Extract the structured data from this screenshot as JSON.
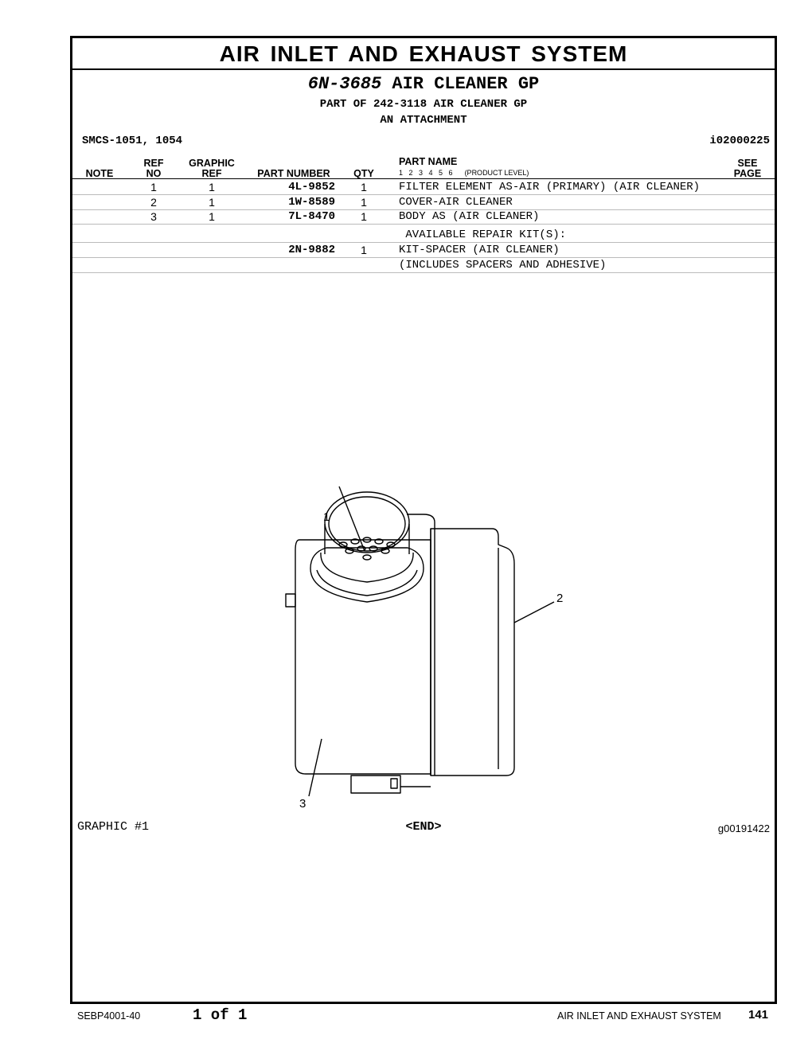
{
  "section_title": "AIR INLET AND EXHAUST SYSTEM",
  "group": {
    "part_number": "6N-3685",
    "name": "AIR CLEANER GP",
    "subtitle1": "PART OF 242-3118 AIR CLEANER GP",
    "subtitle2": "AN ATTACHMENT"
  },
  "smcs": "SMCS-1051, 1054",
  "doc_id": "i02000225",
  "headers": {
    "note": "NOTE",
    "ref_top": "REF",
    "ref_bottom": "NO",
    "gref_top": "GRAPHIC",
    "gref_bottom": "REF",
    "part_number": "PART NUMBER",
    "qty": "QTY",
    "part_name": "PART NAME",
    "levels": "1 2 3 4 5 6",
    "product_level": "(PRODUCT LEVEL)",
    "see_top": "SEE",
    "see_bottom": "PAGE"
  },
  "rows": [
    {
      "ref": "1",
      "gref": "1",
      "part_number": "4L-9852",
      "qty": "1",
      "name": "FILTER ELEMENT AS-AIR (PRIMARY) (AIR CLEANER)"
    },
    {
      "ref": "2",
      "gref": "1",
      "part_number": "1W-8589",
      "qty": "1",
      "name": "COVER-AIR CLEANER"
    },
    {
      "ref": "3",
      "gref": "1",
      "part_number": "7L-8470",
      "qty": "1",
      "name": "BODY AS (AIR CLEANER)"
    }
  ],
  "repair_kits_label": " AVAILABLE REPAIR KIT(S):",
  "kit_row": {
    "part_number": "2N-9882",
    "qty": "1",
    "name": "KIT-SPACER (AIR CLEANER)"
  },
  "kit_note": "(INCLUDES SPACERS AND ADHESIVE)",
  "callouts": [
    "1",
    "2",
    "3"
  ],
  "graphic_label": "GRAPHIC #1",
  "end_label": "<END>",
  "graphic_id": "g00191422",
  "footer": {
    "doc": "SEBP4001-40",
    "page_of": "1 of 1",
    "section": "AIR INLET AND EXHAUST SYSTEM",
    "page_number": "141"
  }
}
